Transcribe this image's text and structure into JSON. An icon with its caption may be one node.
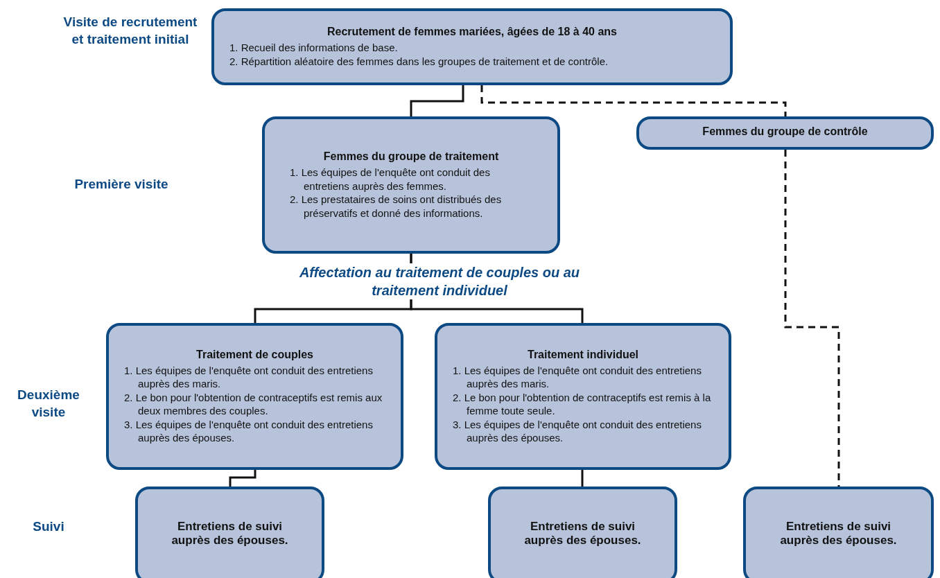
{
  "diagram": {
    "nodes": [
      {
        "text": [
          "Recrutement de femmes mariées, âgées de 18 à 40 ans",
          "1. Recueil des informations de base.",
          "2. Répartition aléatoire des femmes dans les groupes de traitement et de contrôle."
        ]
      },
      {
        "text": [
          "Femmes du groupe de traitement",
          "1. Les équipes de l'enquête ont conduit des entretiens auprès des femmes.",
          "2. Les prestataires de soins ont distribués des préservatifs et donné des informations."
        ]
      },
      {
        "text": [
          "Femmes du groupe de contrôle"
        ]
      },
      {
        "text": [
          "Traitement de couples",
          "1. Les équipes de l'enquête ont conduit des entretiens auprès des maris.",
          "2. Le bon pour l'obtention de contraceptifs est remis aux deux membres des couples.",
          "3. Les équipes de l'enquête ont conduit des entretiens auprès des épouses."
        ]
      },
      {
        "text": [
          "Traitement individuel",
          "1. Les équipes de l'enquête ont conduit des entretiens auprès des maris.",
          "2. Le bon pour l'obtention de contraceptifs est remis à la femme toute seule.",
          "3. Les équipes de l'enquête ont conduit des entretiens auprès des épouses."
        ]
      },
      {
        "text": [
          "Entretiens de suivi auprès des épouses."
        ]
      },
      {
        "text": [
          "Entretiens de suivi auprès des épouses."
        ]
      },
      {
        "text": [
          "Entretiens de suivi auprès des épouses."
        ]
      }
    ],
    "edges": [
      {
        "from": 0,
        "to": 1,
        "arrow": "none"
      },
      {
        "from": 0,
        "to": 2,
        "arrow": "none",
        "style": "dashed"
      },
      {
        "from": 1,
        "to": 3,
        "arrow": "none"
      },
      {
        "from": 1,
        "to": 4,
        "arrow": "none"
      },
      {
        "from": 2,
        "to": 7,
        "arrow": "none",
        "style": "dashed"
      },
      {
        "from": 3,
        "to": 5,
        "arrow": "none"
      },
      {
        "from": 4,
        "to": 6,
        "arrow": "none"
      }
    ],
    "labels": [
      "Visite de recrutement et traitement initial",
      "Première visite",
      "Affectation au traitement de couples ou au traitement individuel",
      "Deuxième visite",
      "Suivi"
    ]
  }
}
